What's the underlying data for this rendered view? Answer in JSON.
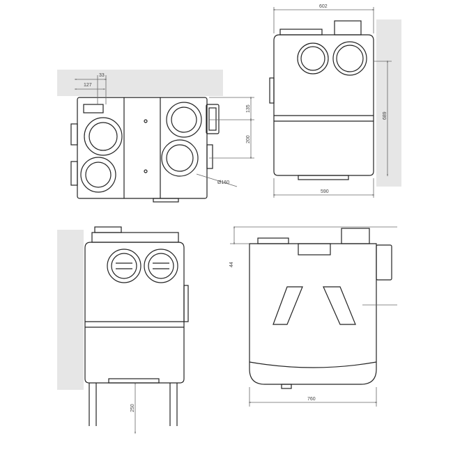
{
  "drawing": {
    "views": {
      "top": {
        "dims": {
          "d_33": "33",
          "d_127": "127",
          "d_135": "135",
          "d_200": "200",
          "d_160": "Ø160"
        }
      },
      "rear": {
        "dims": {
          "width": "602",
          "bottom": "590",
          "height": "689"
        }
      },
      "front": {
        "dims": {
          "legs": "250"
        }
      },
      "side": {
        "dims": {
          "top": "44",
          "width": "760"
        }
      }
    },
    "colors": {
      "line": "#222222",
      "dim": "#666666",
      "shade": "#e4e4e4"
    }
  }
}
